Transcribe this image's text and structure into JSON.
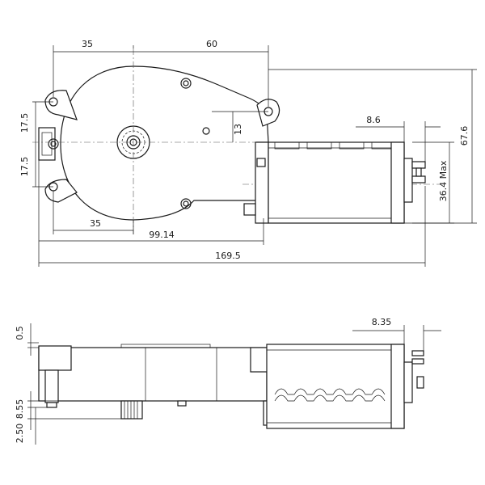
{
  "top_view": {
    "dim_35_top": "35",
    "dim_60": "60",
    "dim_17_5_upper": "17.5",
    "dim_17_5_lower": "17.5",
    "dim_13": "13",
    "dim_8_6": "8.6",
    "dim_67_6": "67.6",
    "dim_36_4": "36.4 Max",
    "dim_35_bottom": "35",
    "dim_99_14": "99.14",
    "dim_169_5": "169.5"
  },
  "side_view": {
    "dim_0_5": "0.5",
    "dim_8_35": "8.35",
    "dim_8_55": "8.55",
    "dim_2_50": "2.50"
  }
}
